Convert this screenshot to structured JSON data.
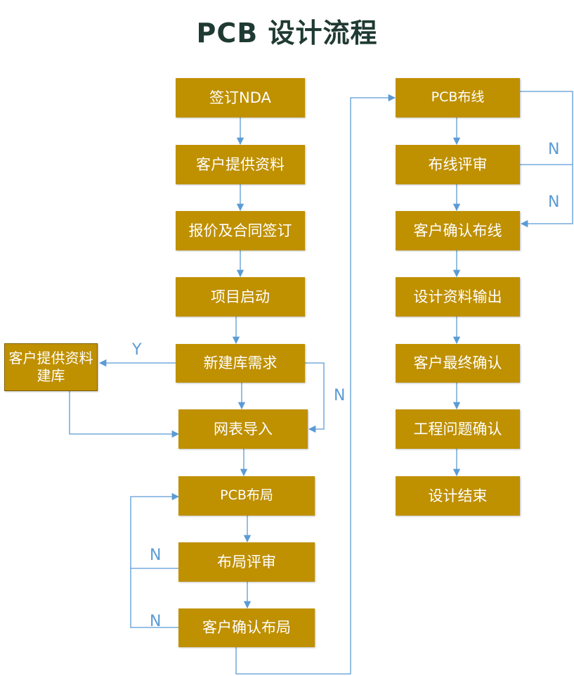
{
  "title": "PCB 设计流程",
  "colors": {
    "box": "#bf9000",
    "text": "#ffffff",
    "arrow": "#5b9bd5",
    "title": "#1f3a32"
  },
  "steps": {
    "nda": "签订NDA",
    "customer_docs": "客户提供资料",
    "quote_contract": "报价及合同签订",
    "project_start": "项目启动",
    "new_lib_req": "新建库需求",
    "customer_lib": "客户提供资料建库",
    "netlist_import": "网表导入",
    "pcb_placement": "PCB布局",
    "placement_review": "布局评审",
    "customer_confirm_placement": "客户确认布局",
    "pcb_routing": "PCB布线",
    "routing_review": "布线评审",
    "customer_confirm_routing": "客户确认布线",
    "design_output": "设计资料输出",
    "customer_final_confirm": "客户最终确认",
    "eng_issue_confirm": "工程问题确认",
    "design_end": "设计结束"
  },
  "labels": {
    "yes": "Y",
    "no_lib": "N",
    "no_placement_review": "N",
    "no_placement_confirm": "N",
    "no_routing_review": "N",
    "no_routing_confirm": "N"
  }
}
